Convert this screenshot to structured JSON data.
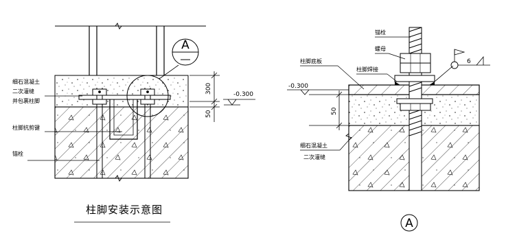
{
  "left_detail": {
    "labels": {
      "fine_concrete": "细石混凝土",
      "secondary_grouting": "二次灌缝",
      "wrap_column_foot": "并包裹柱脚",
      "shear_key": "柱脚抗剪键",
      "anchor_bolt": "锚栓"
    },
    "dimensions": {
      "top": "300",
      "bottom": "50"
    },
    "elevation": "-0.300",
    "callout": "A",
    "title": "柱脚安装示意图"
  },
  "right_detail": {
    "labels": {
      "anchor_bolt": "锚栓",
      "nut": "螺母",
      "column_base_plate": "柱脚底板",
      "column_foot_weld": "柱脚焊接",
      "fine_concrete": "细石混凝土",
      "secondary_grouting": "二次灌缝"
    },
    "elevation": "-0.300",
    "dimension": "50",
    "weld_size": "6",
    "section_label": "A"
  }
}
